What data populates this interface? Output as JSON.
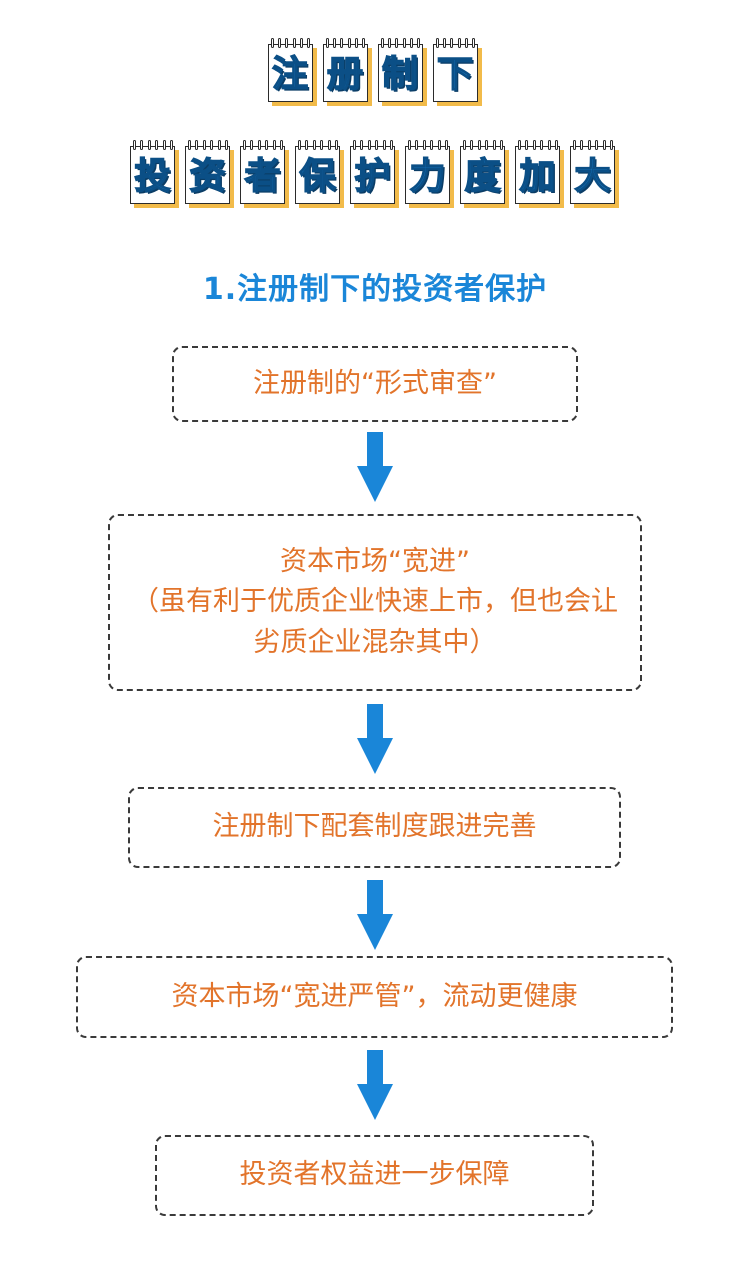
{
  "title": {
    "line1": [
      "注",
      "册",
      "制",
      "下"
    ],
    "line2": [
      "投",
      "资",
      "者",
      "保",
      "护",
      "力",
      "度",
      "加",
      "大"
    ]
  },
  "subtitle": "1.注册制下的投资者保护",
  "flow": {
    "step1": "注册制的“形式审查”",
    "step2": {
      "line1": "资本市场“宽进”",
      "line2": "（虽有利于优质企业快速上市，但也会让",
      "line3": "劣质企业混杂其中）"
    },
    "step3": "注册制下配套制度跟进完善",
    "step4": "资本市场“宽进严管”，流动更健康",
    "step5": "投资者权益进一步保障"
  },
  "colors": {
    "title_blue": "#1a86d8",
    "step_text_orange": "#e2742b",
    "arrow_blue": "#1a86d8",
    "tile_shadow": "#f2bb4a"
  }
}
